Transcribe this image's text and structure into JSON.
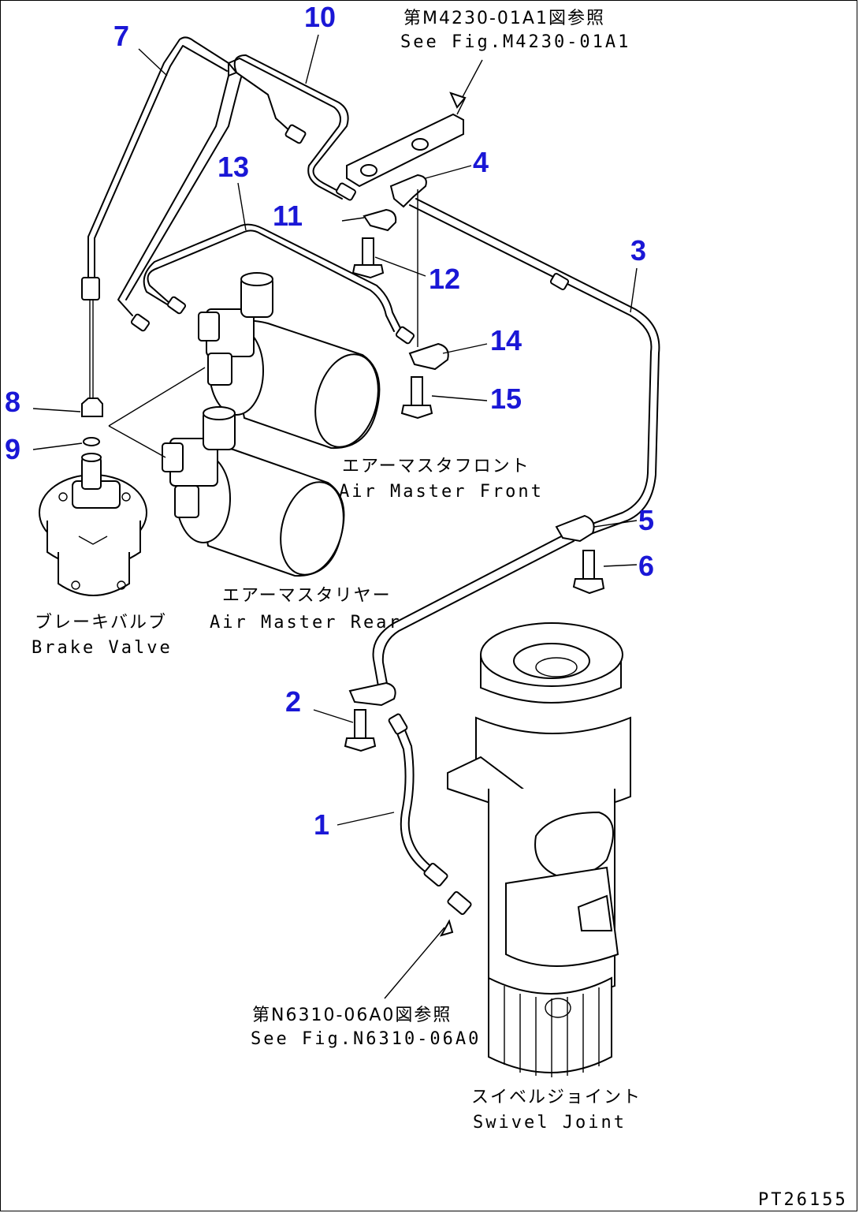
{
  "callouts": {
    "p1": "1",
    "p2": "2",
    "p3": "3",
    "p4": "4",
    "p5": "5",
    "p6": "6",
    "p7": "7",
    "p8": "8",
    "p9": "9",
    "p10": "10",
    "p11": "11",
    "p12": "12",
    "p13": "13",
    "p14": "14",
    "p15": "15"
  },
  "refs": {
    "top_jp": "第M4230-01A1図参照",
    "top_en": "See Fig.M4230-01A1",
    "bottom_jp": "第N6310-06A0図参照",
    "bottom_en": "See Fig.N6310-06A0"
  },
  "components": {
    "air_master_front_jp": "エアーマスタフロント",
    "air_master_front_en": "Air Master Front",
    "air_master_rear_jp": "エアーマスタリヤー",
    "air_master_rear_en": "Air Master Rear",
    "brake_valve_jp": "ブレーキバルブ",
    "brake_valve_en": "Brake Valve",
    "swivel_joint_jp": "スイベルジョイント",
    "swivel_joint_en": "Swivel Joint"
  },
  "drawing_id": "PT26155"
}
